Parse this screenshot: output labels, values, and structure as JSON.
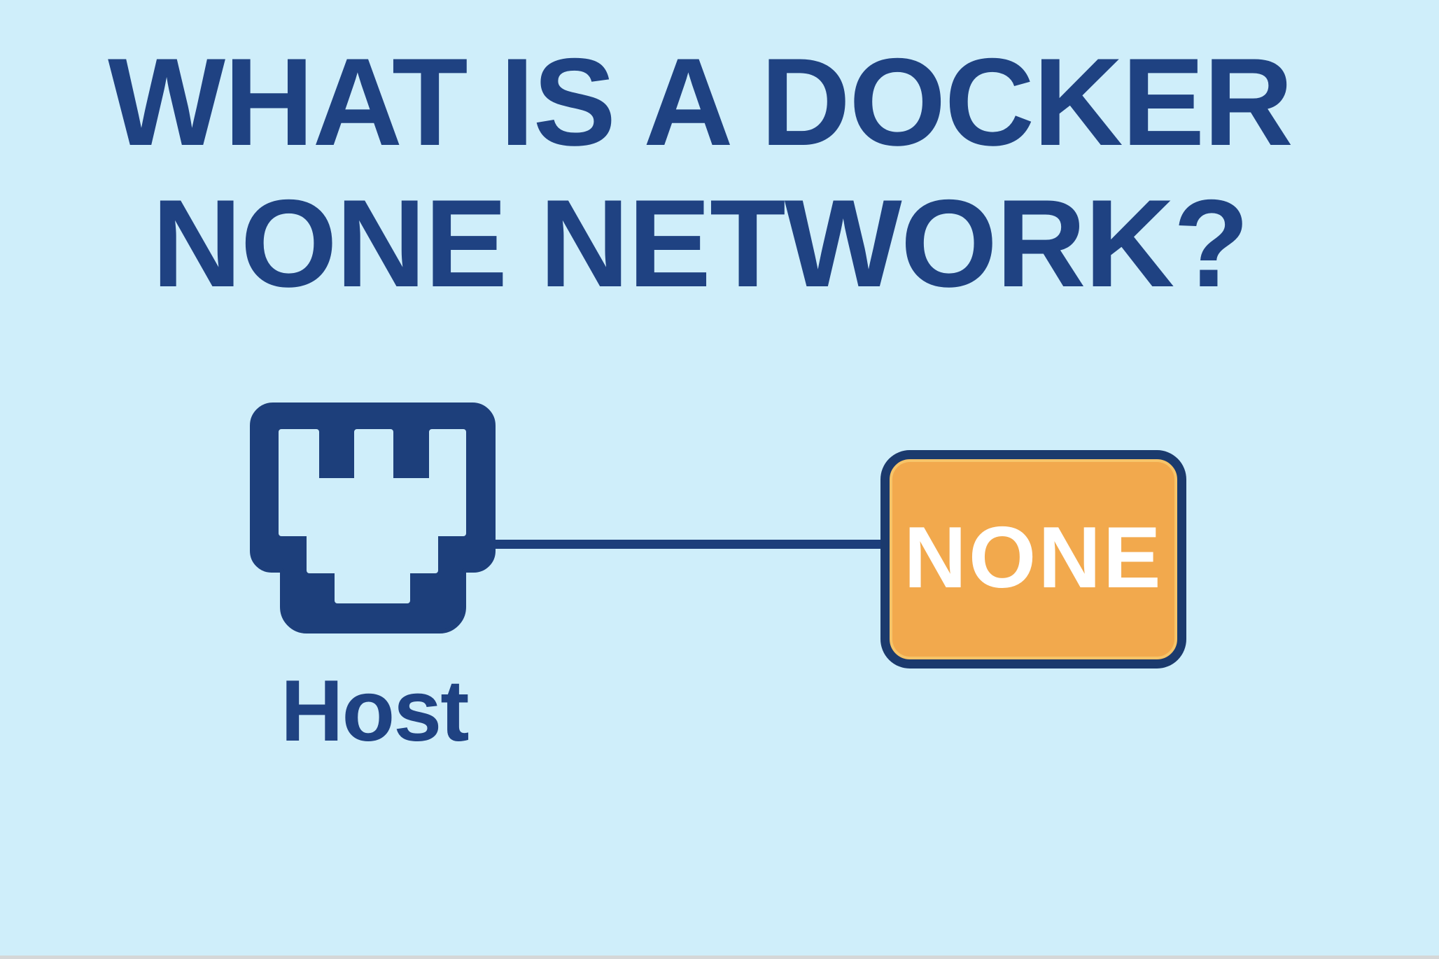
{
  "title": {
    "line1": "WHAT IS A DOCKER",
    "line2": "NONE NETWORK?"
  },
  "diagram": {
    "host_label": "Host",
    "none_label": "NONE",
    "host_icon": "ethernet-port-icon",
    "connection": "host-to-none-line"
  },
  "colors": {
    "background": "#cfeefa",
    "title_text": "#1f4282",
    "icon_navy": "#1d3f7b",
    "connector_navy": "#1d3f7b",
    "none_box_border": "#1b3a6d",
    "none_box_fill": "#f2a94d",
    "none_box_inner_edge": "#f7c468",
    "none_box_text": "#ffffff",
    "host_label_text": "#1f4282",
    "bottom_strip": "#d5d7d8"
  }
}
